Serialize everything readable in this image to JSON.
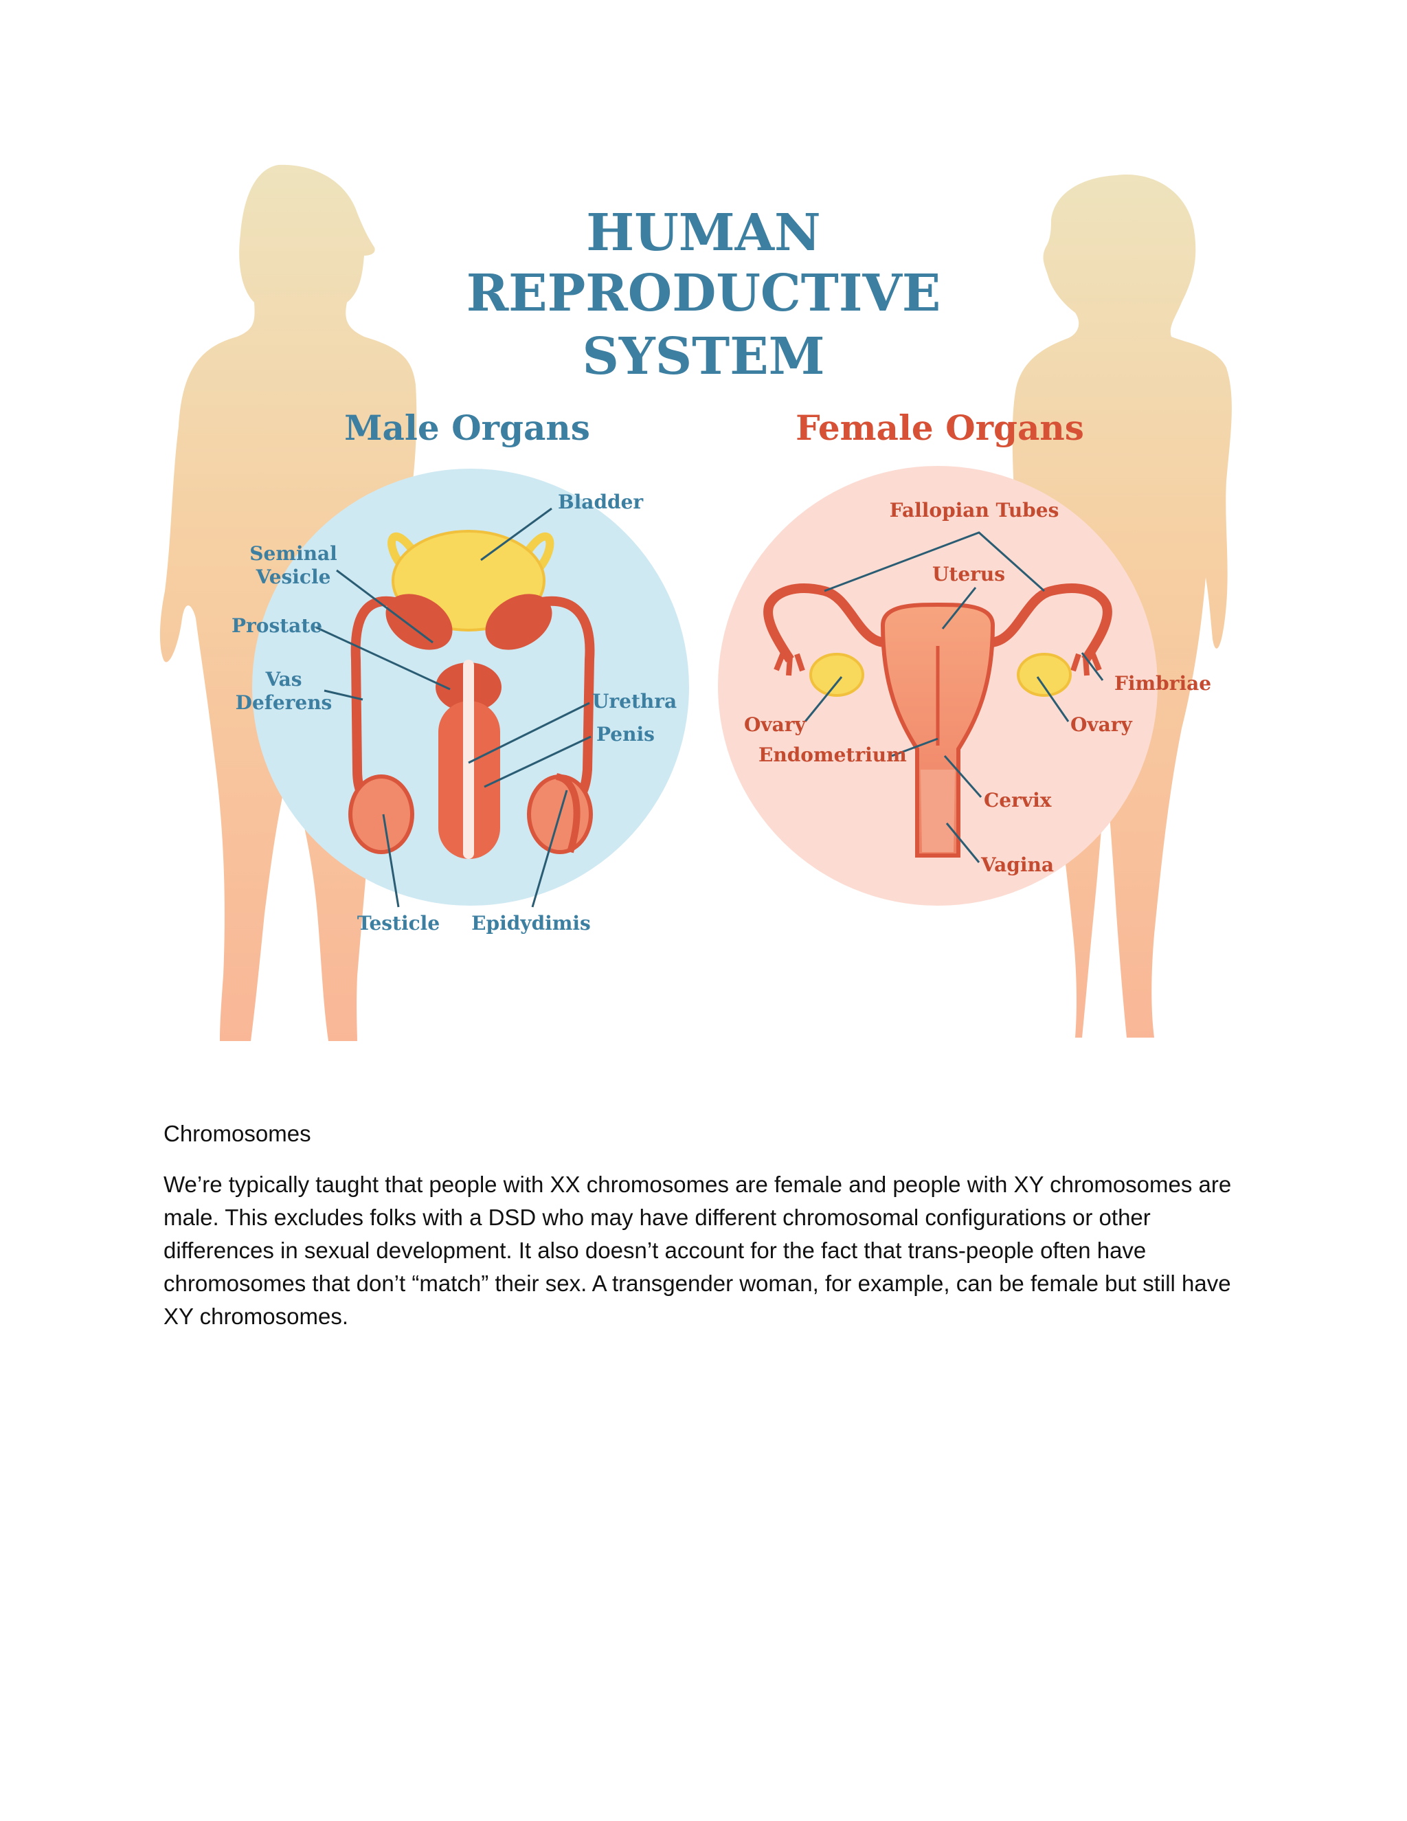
{
  "figure": {
    "title_lines": [
      "HUMAN",
      "REPRODUCTIVE",
      "SYSTEM"
    ],
    "male_heading": "Male Organs",
    "female_heading": "Female Organs",
    "male_labels": {
      "bladder": "Bladder",
      "seminal_vesicle_1": "Seminal",
      "seminal_vesicle_2": "Vesicle",
      "prostate": "Prostate",
      "vas_deferens_1": "Vas",
      "vas_deferens_2": "Deferens",
      "urethra": "Urethra",
      "penis": "Penis",
      "testicle": "Testicle",
      "epididymis": "Epidydimis"
    },
    "female_labels": {
      "fallopian_tubes": "Fallopian Tubes",
      "uterus": "Uterus",
      "fimbriae": "Fimbriae",
      "ovary_left": "Ovary",
      "ovary_right": "Ovary",
      "endometrium": "Endometrium",
      "cervix": "Cervix",
      "vagina": "Vagina"
    },
    "colors": {
      "title": "#3d7fa1",
      "male_accent": "#3d7fa1",
      "female_accent": "#d65135",
      "male_circle": "#cfe9f3",
      "female_circle": "#fcdcd2",
      "organ_red": "#d9553c",
      "organ_yellow": "#f8d95b"
    }
  },
  "document": {
    "heading": "Chromosomes",
    "paragraph": " We’re typically taught that people with XX chromosomes are female and people with XY chromosomes are male. This excludes folks with a DSD who may have different chromosomal configurations or other differences in sexual development. It also doesn’t account for the fact that trans-people often have chromosomes that don’t “match” their sex. A transgender woman, for example, can be female but still have XY chromosomes."
  }
}
